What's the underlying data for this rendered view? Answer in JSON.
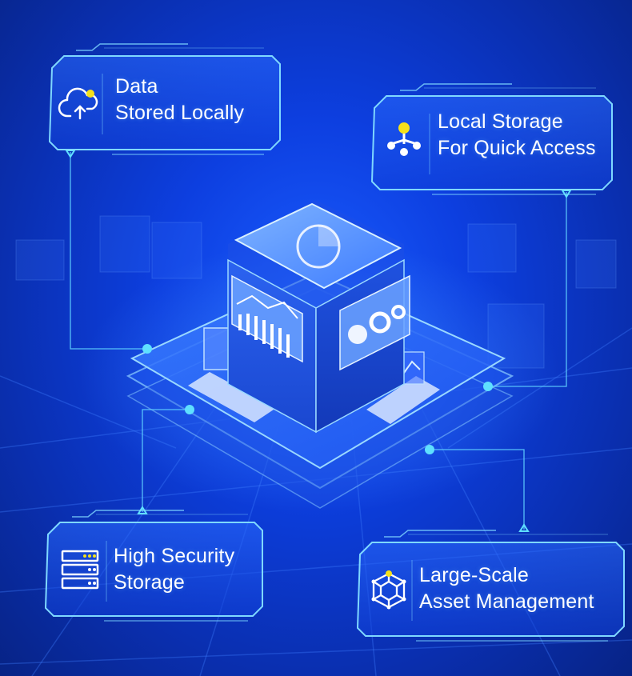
{
  "features": [
    {
      "id": "data-stored-locally",
      "icon": "cloud-upload-icon",
      "line1": "Data",
      "line2": "Stored Locally"
    },
    {
      "id": "local-storage-quick-access",
      "icon": "network-nodes-icon",
      "line1": "Local Storage",
      "line2": "For Quick Access"
    },
    {
      "id": "high-security-storage",
      "icon": "server-rack-icon",
      "line1": "High Security",
      "line2": "Storage"
    },
    {
      "id": "large-scale-asset-management",
      "icon": "hexagon-network-icon",
      "line1": "Large-Scale",
      "line2": "Asset Management"
    }
  ],
  "colors": {
    "background": "#0d3fe0",
    "panel_border": "#7fd8ff",
    "accent_yellow": "#f5e11a",
    "connector": "#5fd0ff"
  }
}
